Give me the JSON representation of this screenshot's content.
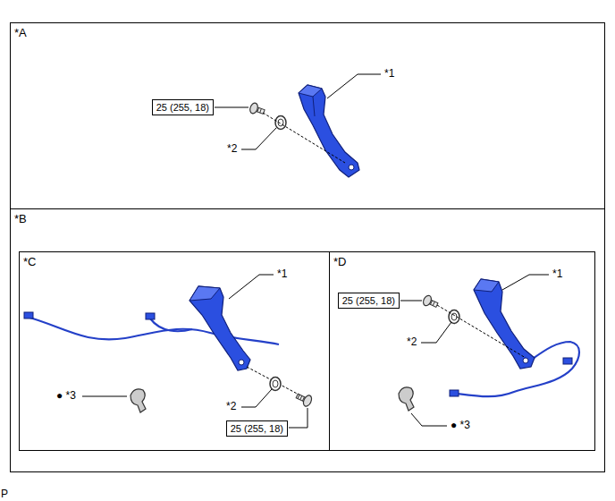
{
  "diagram": {
    "nodes": [
      {
        "text": [
          "*A"
        ]
      },
      {
        "text": [
          "25 (255, 18)"
        ],
        "in": 0
      },
      {
        "text": [
          "*B"
        ]
      },
      {
        "text": [
          "*C"
        ],
        "in": 2
      },
      {
        "text": [
          "25 (255, 18)"
        ],
        "in": 3
      },
      {
        "text": [
          "*D"
        ],
        "in": 2
      },
      {
        "text": [
          "25 (255, 18)"
        ],
        "in": 5
      }
    ],
    "labels": [
      "*1",
      "*2",
      "*1",
      "*2",
      "● *3",
      "*1",
      "*2",
      "● *3",
      "P"
    ]
  }
}
